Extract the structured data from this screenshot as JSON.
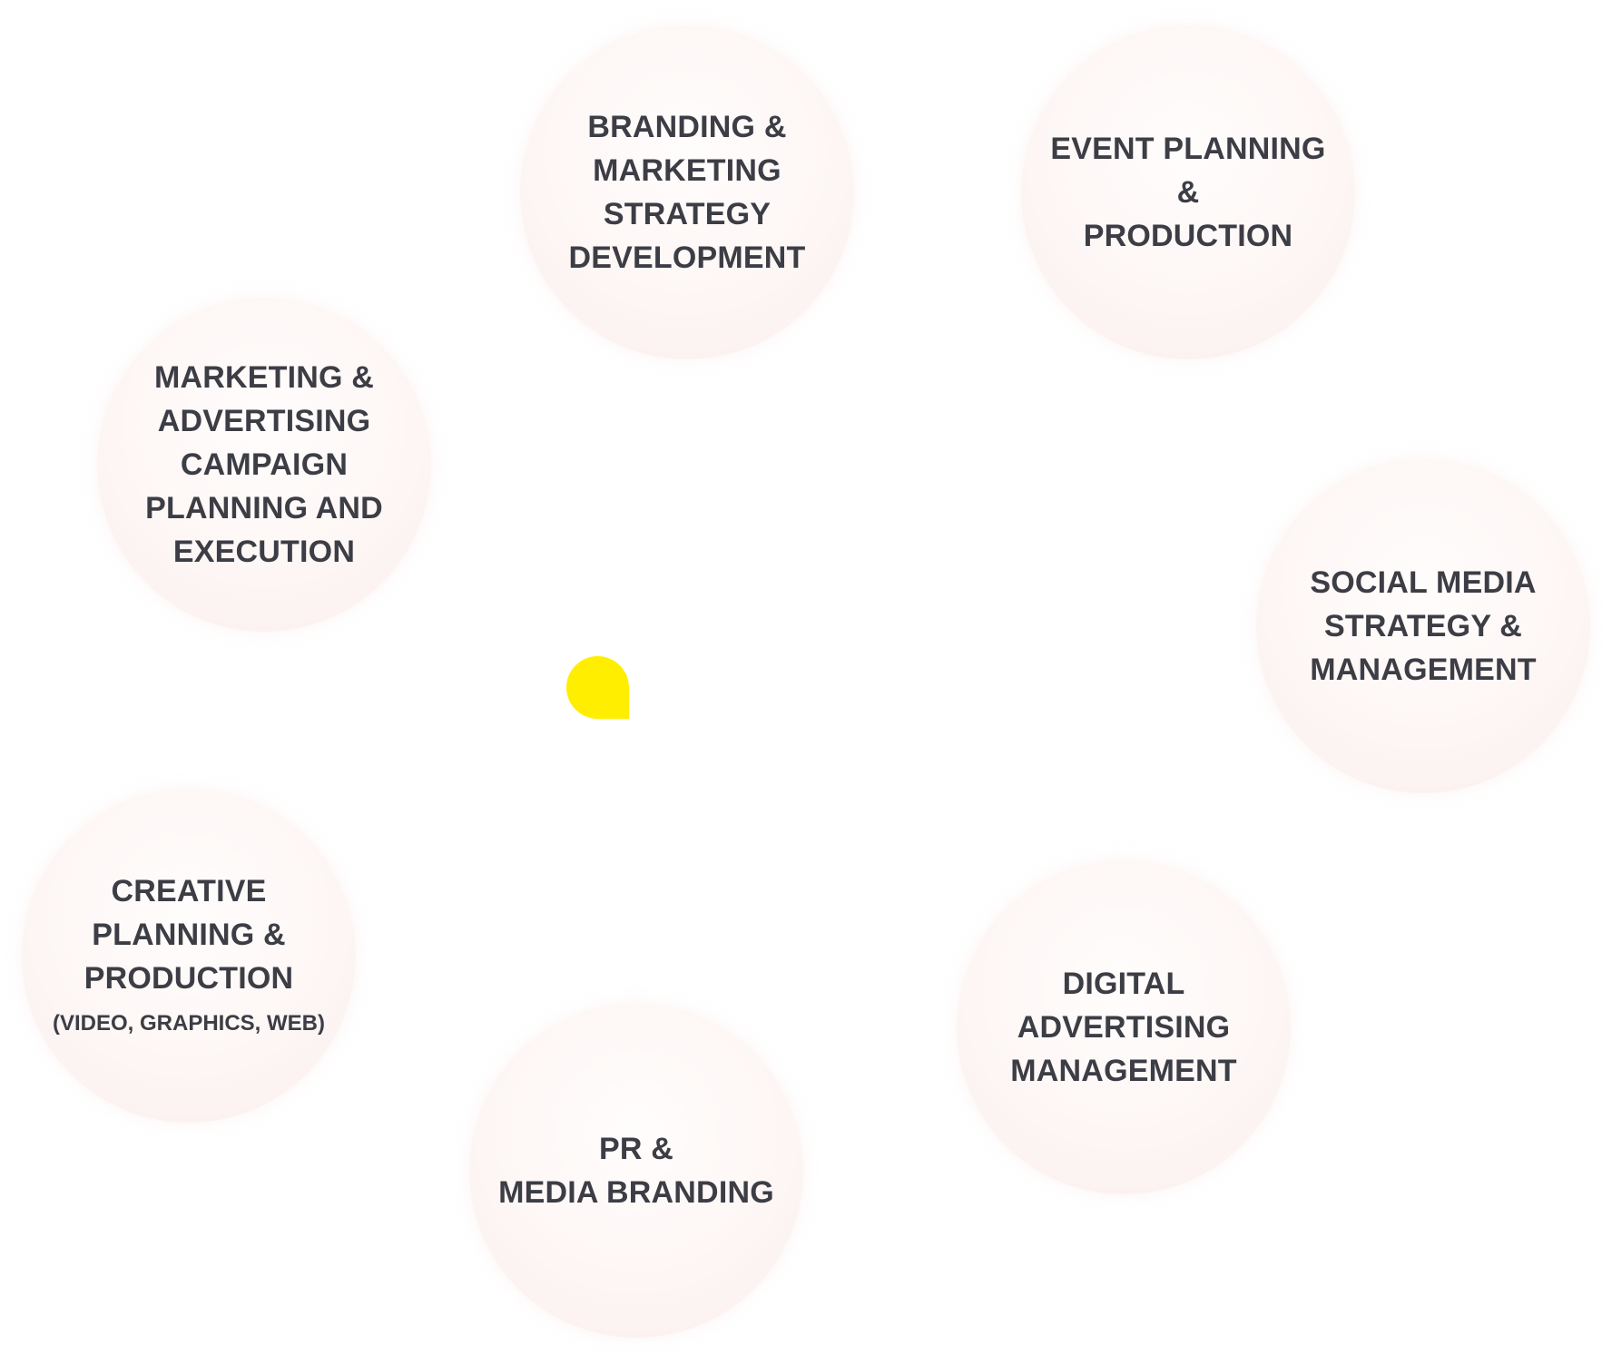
{
  "services": [
    {
      "label": "BRANDING &\nMARKETING\nSTRATEGY\nDEVELOPMENT"
    },
    {
      "label": "EVENT PLANNING &\nPRODUCTION"
    },
    {
      "label": "MARKETING &\nADVERTISING\nCAMPAIGN\nPLANNING AND\nEXECUTION"
    },
    {
      "label": "SOCIAL MEDIA\nSTRATEGY &\nMANAGEMENT"
    },
    {
      "label": "CREATIVE\nPLANNING &\nPRODUCTION",
      "sublabel": "(VIDEO, GRAPHICS, WEB)"
    },
    {
      "label": "DIGITAL\nADVERTISING\nMANAGEMENT"
    },
    {
      "label": "PR &\nMEDIA BRANDING"
    }
  ],
  "colors": {
    "accent": "#ffee00",
    "text": "#3c3d45",
    "circle_fill": "#fdf6f5"
  },
  "center_mark": {
    "shape": "speech-bubble-icon"
  }
}
